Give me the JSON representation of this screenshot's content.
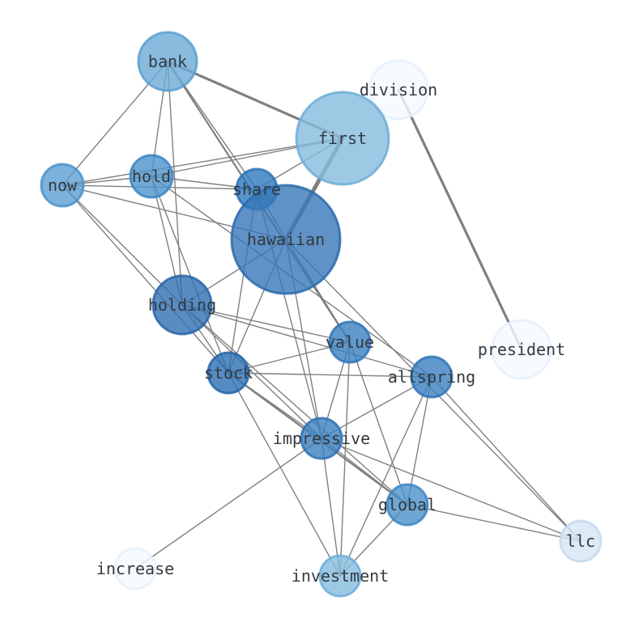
{
  "graph": {
    "nodes": [
      {
        "id": "bank",
        "label": "bank",
        "color": "#6aaad6",
        "opacity": 0.8,
        "weight": 0.3
      },
      {
        "id": "division",
        "label": "division",
        "color": "#f5f9ff",
        "opacity": 0.8,
        "weight": 0.25
      },
      {
        "id": "first",
        "label": "first",
        "color": "#86bbdd",
        "opacity": 0.8,
        "weight": 0.62
      },
      {
        "id": "now",
        "label": "now",
        "color": "#5b9fd2",
        "opacity": 0.8,
        "weight": 0.19
      },
      {
        "id": "hold",
        "label": "hold",
        "color": "#4d94cc",
        "opacity": 0.8,
        "weight": 0.19
      },
      {
        "id": "share",
        "label": "share",
        "color": "#2e79be",
        "opacity": 0.8,
        "weight": 0.18
      },
      {
        "id": "hawaiian",
        "label": "hawaiian",
        "color": "#3777b8",
        "opacity": 0.8,
        "weight": 1.0
      },
      {
        "id": "holding",
        "label": "holding",
        "color": "#2f6fb2",
        "opacity": 0.8,
        "weight": 0.31
      },
      {
        "id": "value",
        "label": "value",
        "color": "#3a80c1",
        "opacity": 0.8,
        "weight": 0.18
      },
      {
        "id": "president",
        "label": "president",
        "color": "#f5f9ff",
        "opacity": 0.8,
        "weight": 0.25
      },
      {
        "id": "stock",
        "label": "stock",
        "color": "#2b6fb3",
        "opacity": 0.8,
        "weight": 0.18
      },
      {
        "id": "allspring",
        "label": "allspring",
        "color": "#3b80c0",
        "opacity": 0.8,
        "weight": 0.18
      },
      {
        "id": "impressive",
        "label": "impressive",
        "color": "#3a7fc0",
        "opacity": 0.8,
        "weight": 0.18
      },
      {
        "id": "global",
        "label": "global",
        "color": "#4a91ca",
        "opacity": 0.8,
        "weight": 0.18
      },
      {
        "id": "llc",
        "label": "llc",
        "color": "#d6e6f5",
        "opacity": 0.8,
        "weight": 0.18
      },
      {
        "id": "increase",
        "label": "increase",
        "color": "#f5f9ff",
        "opacity": 0.8,
        "weight": 0.18
      },
      {
        "id": "investment",
        "label": "investment",
        "color": "#86bbdd",
        "opacity": 0.8,
        "weight": 0.18
      }
    ],
    "edges": [
      {
        "source": "bank",
        "target": "first",
        "weight": 3
      },
      {
        "source": "bank",
        "target": "now",
        "weight": 1
      },
      {
        "source": "bank",
        "target": "hold",
        "weight": 1
      },
      {
        "source": "bank",
        "target": "share",
        "weight": 1
      },
      {
        "source": "bank",
        "target": "holding",
        "weight": 1
      },
      {
        "source": "bank",
        "target": "value",
        "weight": 2
      },
      {
        "source": "division",
        "target": "president",
        "weight": 3
      },
      {
        "source": "first",
        "target": "hawaiian",
        "weight": 5
      },
      {
        "source": "first",
        "target": "now",
        "weight": 1
      },
      {
        "source": "first",
        "target": "hold",
        "weight": 1
      },
      {
        "source": "first",
        "target": "share",
        "weight": 1
      },
      {
        "source": "now",
        "target": "hold",
        "weight": 1
      },
      {
        "source": "now",
        "target": "share",
        "weight": 1
      },
      {
        "source": "now",
        "target": "hawaiian",
        "weight": 1
      },
      {
        "source": "now",
        "target": "holding",
        "weight": 1
      },
      {
        "source": "now",
        "target": "stock",
        "weight": 1
      },
      {
        "source": "hold",
        "target": "share",
        "weight": 1
      },
      {
        "source": "hold",
        "target": "holding",
        "weight": 1
      },
      {
        "source": "hold",
        "target": "stock",
        "weight": 1
      },
      {
        "source": "hold",
        "target": "allspring",
        "weight": 1
      },
      {
        "source": "share",
        "target": "hawaiian",
        "weight": 1
      },
      {
        "source": "share",
        "target": "stock",
        "weight": 1
      },
      {
        "source": "share",
        "target": "impressive",
        "weight": 1
      },
      {
        "source": "hawaiian",
        "target": "holding",
        "weight": 1
      },
      {
        "source": "hawaiian",
        "target": "stock",
        "weight": 1
      },
      {
        "source": "hawaiian",
        "target": "impressive",
        "weight": 1
      },
      {
        "source": "hawaiian",
        "target": "value",
        "weight": 1
      },
      {
        "source": "hawaiian",
        "target": "llc",
        "weight": 1
      },
      {
        "source": "holding",
        "target": "value",
        "weight": 1
      },
      {
        "source": "holding",
        "target": "stock",
        "weight": 1
      },
      {
        "source": "holding",
        "target": "allspring",
        "weight": 1
      },
      {
        "source": "holding",
        "target": "impressive",
        "weight": 1
      },
      {
        "source": "holding",
        "target": "global",
        "weight": 1
      },
      {
        "source": "stock",
        "target": "value",
        "weight": 1
      },
      {
        "source": "stock",
        "target": "allspring",
        "weight": 1
      },
      {
        "source": "stock",
        "target": "impressive",
        "weight": 1
      },
      {
        "source": "stock",
        "target": "global",
        "weight": 2
      },
      {
        "source": "stock",
        "target": "investment",
        "weight": 1
      },
      {
        "source": "value",
        "target": "impressive",
        "weight": 1
      },
      {
        "source": "value",
        "target": "global",
        "weight": 1
      },
      {
        "source": "value",
        "target": "investment",
        "weight": 1
      },
      {
        "source": "allspring",
        "target": "impressive",
        "weight": 1
      },
      {
        "source": "allspring",
        "target": "global",
        "weight": 1
      },
      {
        "source": "allspring",
        "target": "investment",
        "weight": 1
      },
      {
        "source": "allspring",
        "target": "llc",
        "weight": 1
      },
      {
        "source": "impressive",
        "target": "global",
        "weight": 1
      },
      {
        "source": "impressive",
        "target": "investment",
        "weight": 1
      },
      {
        "source": "impressive",
        "target": "increase",
        "weight": 1
      },
      {
        "source": "impressive",
        "target": "llc",
        "weight": 1
      },
      {
        "source": "global",
        "target": "investment",
        "weight": 1
      },
      {
        "source": "global",
        "target": "llc",
        "weight": 1
      }
    ]
  }
}
